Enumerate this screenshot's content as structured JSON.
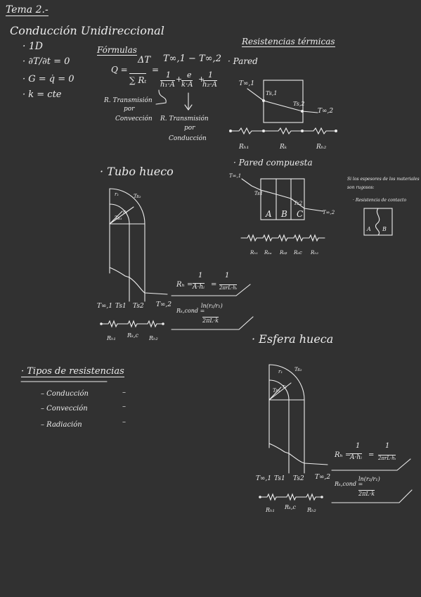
{
  "title": "Tema 2.-",
  "intro": {
    "heading": "Conducción Unidireccional",
    "bullets": [
      "· 1D",
      "· ∂T/∂t = 0",
      "· G = q̇ = 0",
      "· k = cte"
    ]
  },
  "formulas": {
    "label": "Fórmulas",
    "q_lhs": "Q =",
    "delta_t": "ΔT",
    "sum_r": "∑ Rₜ",
    "eq": "=",
    "t_diff": "T∞,1 − T∞,2",
    "f1_num": "1",
    "f1_den": "h₁·A",
    "f2_num": "e",
    "f2_den": "k·A",
    "f3_num": "1",
    "f3_den": "h₂·A",
    "plus": "+",
    "conv_note": [
      "R. Transmisión",
      "por",
      "Convección"
    ],
    "cond_note": [
      "R. Transmisión",
      "por",
      "Conducción"
    ]
  },
  "thermal": {
    "heading": "Resistencias térmicas",
    "wall": "· Pared",
    "t_inf1": "T∞,1",
    "ts1": "Ts,1",
    "ts2": "Ts,2",
    "t_inf2": "T∞,2",
    "r1": "Rₕ₁",
    "rk": "Rₖ",
    "r2": "Rₕ₂",
    "composite": "· Pared compuesta",
    "comp_labels": [
      "T∞,1",
      "Ts1",
      "Ts2",
      "T∞,2"
    ],
    "comp_layers": [
      "A",
      "B",
      "C"
    ],
    "comp_r": [
      "Rₕ₁",
      "Rₖₐ",
      "Rₖᵦ",
      "Rₖc",
      "Rₕ₂"
    ],
    "side_note": [
      "Si los espesores de los materiales",
      "son rugosos:"
    ],
    "side_bullet": "· Resistencia de contacto",
    "side_layers": [
      "A",
      "B"
    ]
  },
  "tube": {
    "heading": "· Tubo hueco",
    "r1": "r₁",
    "r2": "r₂",
    "ts2": "Ts₂",
    "ts1": "Ts₁",
    "bottom": [
      "T∞,1",
      "Ts1",
      "Ts2",
      "T∞,2"
    ],
    "rh_lhs": "Rₕ =",
    "rh_frac_num": "1",
    "rh_frac_den": "A·hᵢ",
    "rh_eq": "=",
    "rh_res_num": "1",
    "rh_res_den": "2πrL·hᵢ",
    "rk_lhs": "Rₖ,cond =",
    "rk_num": "ln(r₂/r₁)",
    "rk_den": "2πL·k",
    "res": [
      "Rₕ₁",
      "Rₖ,c",
      "Rₕ₂"
    ]
  },
  "sphere": {
    "heading": "· Esfera hueca",
    "r1": "r₁",
    "r2": "r₂",
    "ts2": "Ts₂",
    "ts1": "Ts₁",
    "bottom": [
      "T∞,1",
      "Ts1",
      "Ts2",
      "T∞,2"
    ],
    "rh_lhs": "Rₕ =",
    "rh_frac_num": "1",
    "rh_frac_den": "A·hᵢ",
    "rh_eq": "=",
    "rh_res_num": "1",
    "rh_res_den": "2πrL·hᵢ",
    "rk_lhs": "Rₖ,cond =",
    "rk_num": "ln(r₂/r₁)",
    "rk_den": "2πL·k",
    "res": [
      "Rₕ₁",
      "Rₖ,c",
      "Rₕ₂"
    ]
  },
  "types": {
    "heading": "· Tipos de resistencias",
    "items": [
      "– Conducción",
      "– Convección",
      "– Radiación"
    ],
    "dashes": [
      "–",
      "–",
      "–"
    ]
  }
}
